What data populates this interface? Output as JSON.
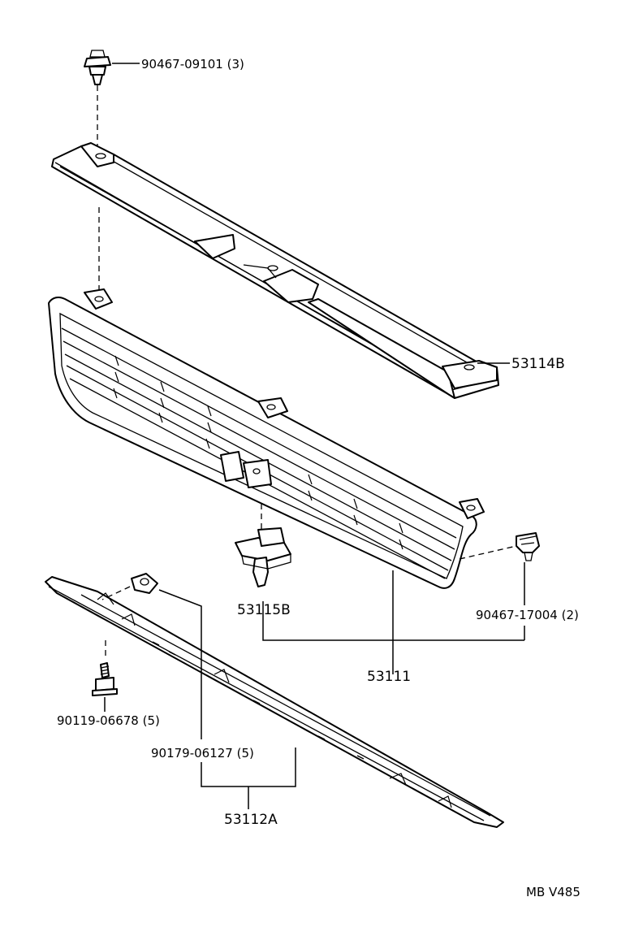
{
  "labels": {
    "clip_top": "90467-09101 (3)",
    "molding_upper": "53114B",
    "retainer": "53115B",
    "clip_right": "90467-17004 (2)",
    "grille": "53111",
    "screw_left": "90119-06678 (5)",
    "nut": "90179-06127 (5)",
    "molding_lower": "53112A",
    "figure_code": "MB V485"
  },
  "colors": {
    "line": "#000000",
    "background": "#ffffff"
  }
}
